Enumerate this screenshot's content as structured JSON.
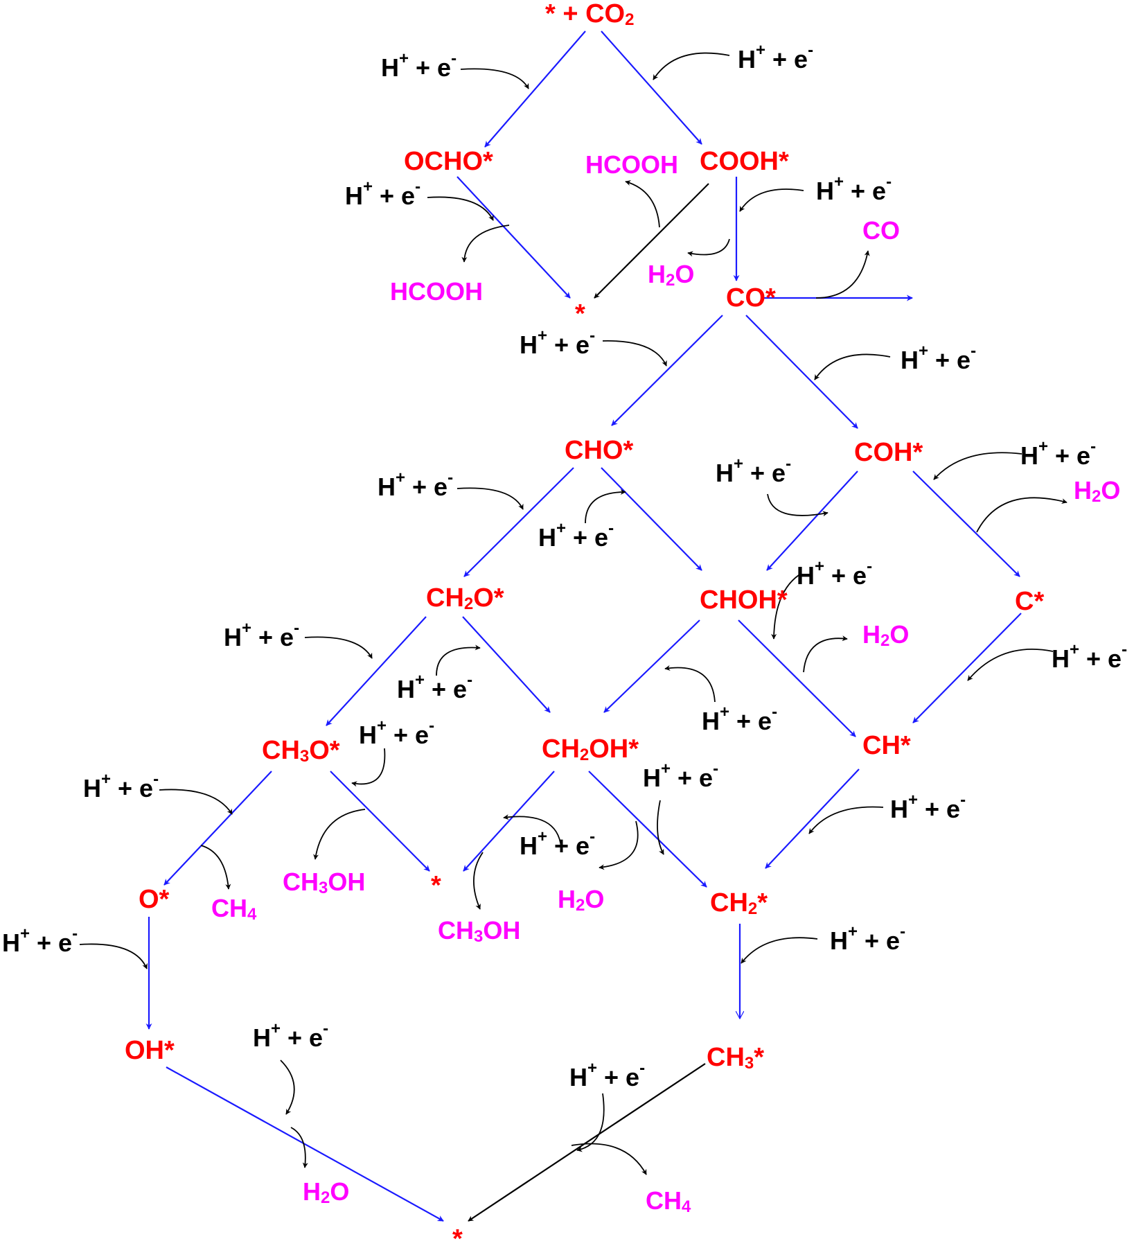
{
  "colors": {
    "species": "#ff0000",
    "product": "#ff00ff",
    "reagent": "#000000",
    "main_arrow": "#1a1aff",
    "side_arrow": "#000000"
  },
  "reagent": {
    "main": "H",
    "plus": "+",
    "rest": " + e",
    "minus": "-"
  },
  "species": {
    "co2": {
      "a": "* + CO",
      "sub": "2",
      "b": ""
    },
    "ocho": {
      "a": "OCHO*",
      "sub": "",
      "b": ""
    },
    "cooh": {
      "a": "COOH*",
      "sub": "",
      "b": ""
    },
    "star1": {
      "a": "*",
      "sub": "",
      "b": ""
    },
    "co": {
      "a": "CO*",
      "sub": "",
      "b": ""
    },
    "cho": {
      "a": "CHO*",
      "sub": "",
      "b": ""
    },
    "coh": {
      "a": "COH*",
      "sub": "",
      "b": ""
    },
    "ch2o": {
      "a": "CH",
      "sub": "2",
      "b": "O*"
    },
    "choh": {
      "a": "CHOH*",
      "sub": "",
      "b": ""
    },
    "c": {
      "a": "C*",
      "sub": "",
      "b": ""
    },
    "ch3o": {
      "a": "CH",
      "sub": "3",
      "b": "O*"
    },
    "ch2oh": {
      "a": "CH",
      "sub": "2",
      "b": "OH*"
    },
    "ch": {
      "a": "CH*",
      "sub": "",
      "b": ""
    },
    "o": {
      "a": "O*",
      "sub": "",
      "b": ""
    },
    "star2": {
      "a": "*",
      "sub": "",
      "b": ""
    },
    "ch2": {
      "a": "CH",
      "sub": "2",
      "b": "*"
    },
    "oh": {
      "a": "OH*",
      "sub": "",
      "b": ""
    },
    "ch3": {
      "a": "CH",
      "sub": "3",
      "b": "*"
    },
    "star3": {
      "a": "*",
      "sub": "",
      "b": ""
    }
  },
  "products": {
    "hcooh1": {
      "a": "HCOOH",
      "sub": "",
      "b": ""
    },
    "hcooh2": {
      "a": "HCOOH",
      "sub": "",
      "b": ""
    },
    "co": {
      "a": "CO",
      "sub": "",
      "b": ""
    },
    "h2o1": {
      "a": "H",
      "sub": "2",
      "b": "O"
    },
    "h2o2": {
      "a": "H",
      "sub": "2",
      "b": "O"
    },
    "h2o3": {
      "a": "H",
      "sub": "2",
      "b": "O"
    },
    "ch4a": {
      "a": "CH",
      "sub": "4",
      "b": ""
    },
    "ch3oh1": {
      "a": "CH",
      "sub": "3",
      "b": "OH"
    },
    "ch3oh2": {
      "a": "CH",
      "sub": "3",
      "b": "OH"
    },
    "h2o4": {
      "a": "H",
      "sub": "2",
      "b": "O"
    },
    "h2o5": {
      "a": "H",
      "sub": "2",
      "b": "O"
    },
    "ch4b": {
      "a": "CH",
      "sub": "4",
      "b": ""
    }
  }
}
